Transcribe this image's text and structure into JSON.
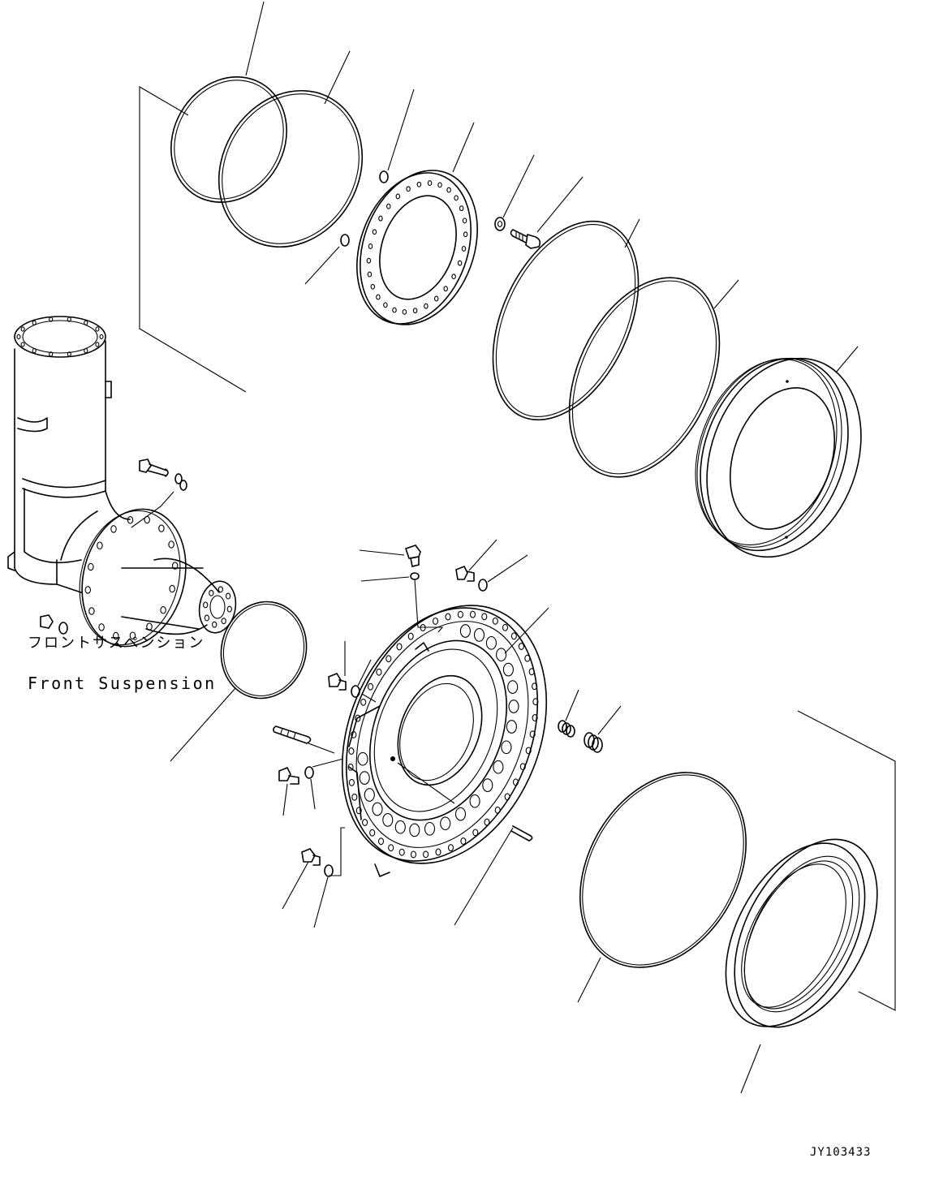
{
  "figure": {
    "reference_label_jp": "フロントサスペンション",
    "reference_label_en": "Front Suspension",
    "drawing_id": "JY103433"
  }
}
